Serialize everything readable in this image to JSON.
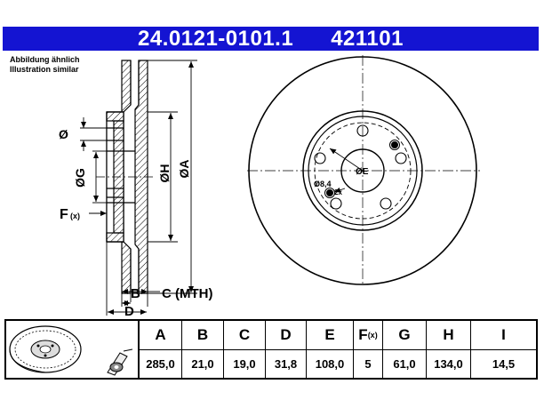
{
  "header": {
    "part_number": "24.0121-0101.1",
    "ref_number": "421101"
  },
  "note": {
    "line1": "Abbildung ähnlich",
    "line2": "Illustration similar"
  },
  "labels": {
    "dia": "Ø",
    "G": "ØG",
    "H": "ØH",
    "A": "ØA",
    "F": "F",
    "F_sub": "(x)",
    "B": "B",
    "C_mth": "C (MTH)",
    "D": "D",
    "E": "ØE",
    "hole_dia": "Ø8,4",
    "hole_count": "2x"
  },
  "table": {
    "headers": [
      "A",
      "B",
      "C",
      "D",
      "E",
      "F",
      "G",
      "H",
      "I"
    ],
    "f_sub": "(x)",
    "values": [
      "285,0",
      "21,0",
      "19,0",
      "31,8",
      "108,0",
      "5",
      "61,0",
      "134,0",
      "14,5"
    ]
  },
  "colors": {
    "header_bg": "#1414d2",
    "header_text": "#ffffff",
    "line": "#000000"
  },
  "icons": [
    "brake-disc-thumbnail-icon",
    "bolt-icon"
  ]
}
